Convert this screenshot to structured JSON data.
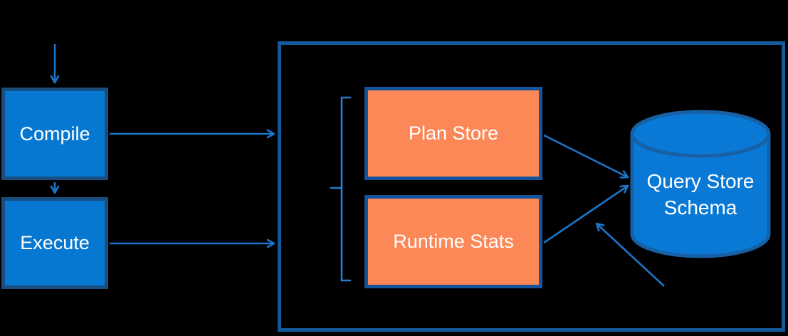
{
  "diagram": {
    "nodes": {
      "compile": {
        "label": "Compile"
      },
      "execute": {
        "label": "Execute"
      },
      "plan_store": {
        "label": "Plan Store"
      },
      "runtime_stats": {
        "label": "Runtime Stats"
      },
      "query_store_schema": {
        "label": "Query Store\nSchema"
      }
    },
    "edges": [
      {
        "from": "top-external",
        "to": "compile"
      },
      {
        "from": "compile",
        "to": "query-store-container"
      },
      {
        "from": "compile",
        "to": "execute"
      },
      {
        "from": "execute",
        "to": "query-store-container"
      },
      {
        "from": "plan_store",
        "to": "query_store_schema"
      },
      {
        "from": "runtime_stats",
        "to": "query_store_schema"
      },
      {
        "from": "bottom-external",
        "to": "runtime_stats-to-schema-flow"
      }
    ],
    "icons": {
      "database": "database-cylinder-icon",
      "grouping": "left-brace-icon"
    },
    "colors": {
      "background": "#000000",
      "blue_box_fill": "#0778D1",
      "blue_box_border": "#1A4E7E",
      "orange_box_fill": "#FC8858",
      "orange_box_border": "#14549C",
      "container_border": "#13599C",
      "cylinder_fill": "#0A79D5",
      "cylinder_border": "#1760A4",
      "arrow": "#1C74C8",
      "brace": "#2B7ACA",
      "text": "#FFFFFF"
    }
  }
}
